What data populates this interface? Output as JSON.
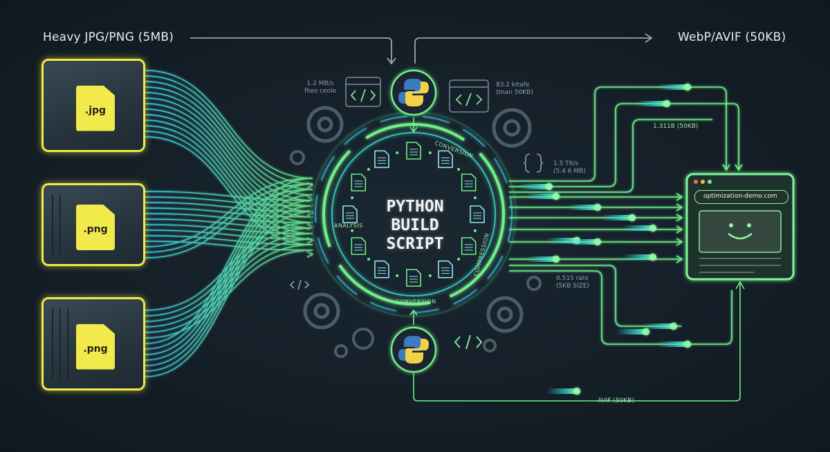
{
  "header": {
    "input_label": "Heavy JPG/PNG (5MB)",
    "output_label": "WebP/AVIF (50KB)"
  },
  "inputs": [
    {
      "ext": ".jpg"
    },
    {
      "ext": ".png"
    },
    {
      "ext": ".png"
    }
  ],
  "center": {
    "title_lines": [
      "PYTHON",
      "BUILD",
      "SCRIPT"
    ],
    "ring_labels": {
      "top": "CONVERSION",
      "left": "ANALYSIS",
      "right": "COMPRESSION",
      "bottom": "CONVERSION"
    }
  },
  "annotations": {
    "top_left": [
      "1.2 MB/s",
      "fileo ceole"
    ],
    "top_right": [
      "83.2 kitafe",
      "(tnan 50KB)"
    ],
    "right_mid_1": [
      "1.5 T6/s",
      "(5.4 6 MB)"
    ],
    "right_top": "1.311B (50KB)",
    "right_mid_2": [
      "0.515 rate",
      "(5KB SIZE)"
    ],
    "bottom": "AVIF (50KB)"
  },
  "browser": {
    "url": "optimization-demo.com"
  },
  "colors": {
    "background": "#141e27",
    "cyan": "#31d7e6",
    "green": "#6ff08a",
    "yellow": "#f2e94a"
  }
}
